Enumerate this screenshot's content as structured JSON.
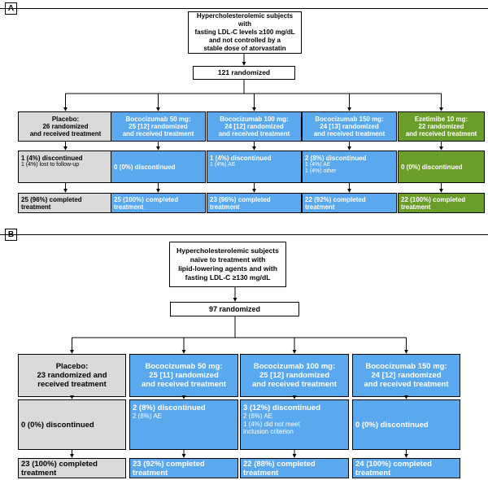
{
  "panel_a": {
    "label": "A",
    "top_box": [
      "Hypercholesterolemic subjects with",
      "fasting LDL-C levels ≥100 mg/dL",
      "and not controlled by a",
      "stable dose of atorvastatin"
    ],
    "randomized": "121 randomized",
    "arms": [
      {
        "color": "#d9d9d9",
        "header": [
          "Placebo:",
          "26 randomized",
          "and received treatment"
        ],
        "discontinued": "1 (4%) discontinued",
        "reasons": [
          "1 (4%) lost to follow-up"
        ],
        "completed": [
          "25 (96%) completed",
          "treatment"
        ]
      },
      {
        "color": "#5aa9ef",
        "header": [
          "Bococizumab 50 mg:",
          "25 [12] randomized",
          "and received treatment"
        ],
        "discontinued": "0 (0%)  discontinued",
        "reasons": [],
        "completed": [
          "25 (100%)  completed",
          "treatment"
        ]
      },
      {
        "color": "#5aa9ef",
        "header": [
          "Bococizumab 100 mg:",
          "24 [12] randomized",
          "and received treatment"
        ],
        "discontinued": "1 (4%)  discontinued",
        "reasons": [
          "1 (4%) AE"
        ],
        "completed": [
          "23 (96%)  completed",
          "treatment"
        ]
      },
      {
        "color": "#5aa9ef",
        "header": [
          "Bococizumab 150 mg:",
          "24 [13] randomized",
          "and received treatment"
        ],
        "discontinued": "2 (8%)  discontinued",
        "reasons": [
          "1 (4%) AE",
          "1 (4%) other"
        ],
        "completed": [
          "22 (92%)  completed",
          "treatment"
        ]
      },
      {
        "color": "#6b9d2a",
        "header": [
          "Ezetimibe 10 mg:",
          "22 randomized",
          "and received treatment"
        ],
        "discontinued": "0 (0%)  discontinued",
        "reasons": [],
        "completed": [
          "22 (100%)  completed",
          "treatment"
        ]
      }
    ]
  },
  "panel_b": {
    "label": "B",
    "top_box": [
      "Hypercholesterolemic subjects",
      "naive to treatment with",
      "lipid-lowering agents and with",
      "fasting LDL-C ≥130 mg/dL"
    ],
    "randomized": "97 randomized",
    "arms": [
      {
        "color": "#d9d9d9",
        "header": [
          "Placebo:",
          "23 randomized and",
          "received treatment"
        ],
        "discontinued": "0 (0%)  discontinued",
        "reasons": [],
        "completed": [
          "23 (100%)  completed",
          "treatment"
        ]
      },
      {
        "color": "#5aa9ef",
        "header": [
          "Bococizumab 50 mg:",
          "25 [11] randomized",
          "and received treatment"
        ],
        "discontinued": "2 (8%)  discontinued",
        "reasons": [
          "2 (8%) AE"
        ],
        "completed": [
          "23 (92%)  completed",
          "treatment"
        ]
      },
      {
        "color": "#5aa9ef",
        "header": [
          "Bococizumab 100 mg:",
          "25 [12] randomized",
          "and received treatment"
        ],
        "discontinued": "3 (12%)  discontinued",
        "reasons": [
          "2 (8%) AE",
          "1 (4%) did not meet",
          "inclusion criterion"
        ],
        "completed": [
          "22 (88%)  completed",
          "treatment"
        ]
      },
      {
        "color": "#5aa9ef",
        "header": [
          "Bococizumab 150 mg:",
          "24 [12] randomized",
          "and received treatment"
        ],
        "discontinued": "0 (0%)  discontinued",
        "reasons": [],
        "completed": [
          "24 (100%)  completed",
          "treatment"
        ]
      }
    ]
  }
}
